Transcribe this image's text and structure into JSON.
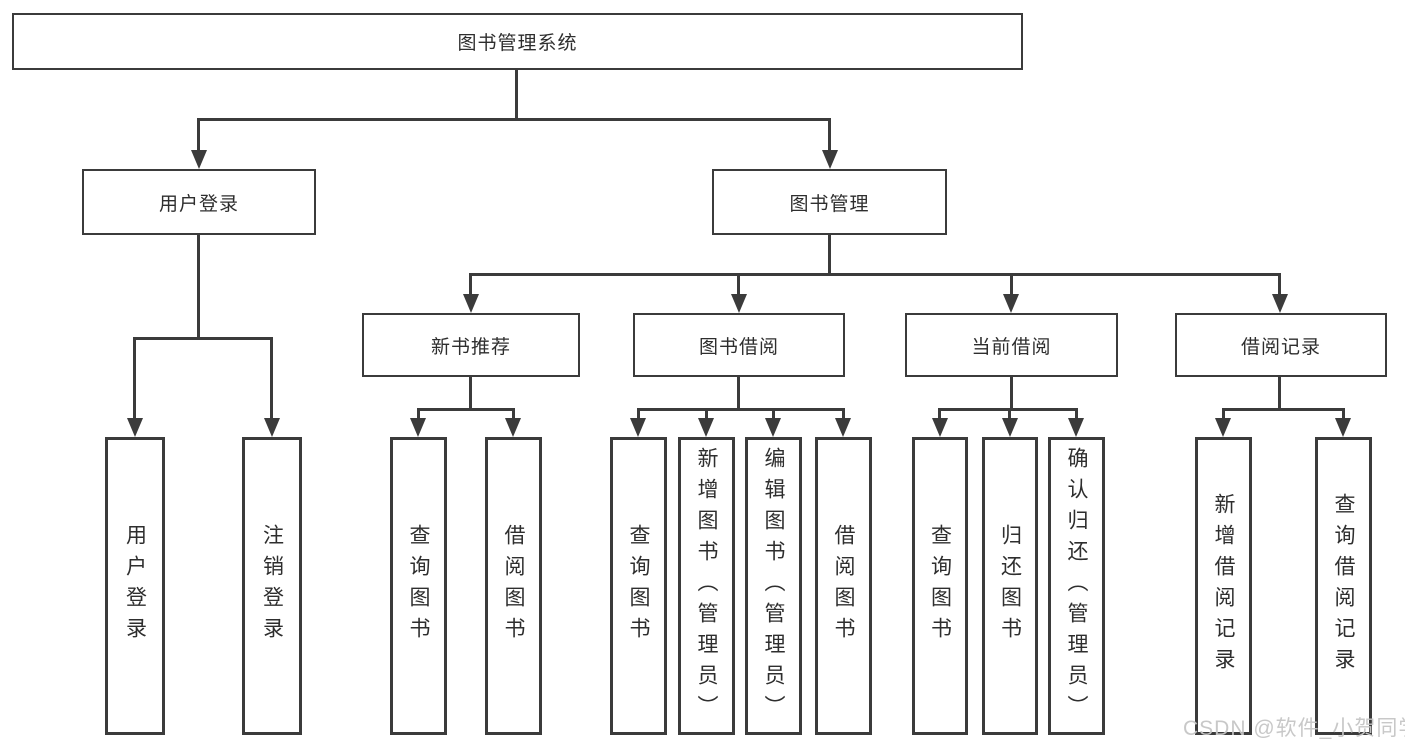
{
  "tree": {
    "root": {
      "label": "图书管理系统"
    },
    "branches": [
      {
        "label": "用户登录",
        "children": [
          {
            "label": "用户登录"
          },
          {
            "label": "注销登录"
          }
        ]
      },
      {
        "label": "图书管理",
        "children": [
          {
            "label": "新书推荐",
            "children": [
              {
                "label": "查询图书"
              },
              {
                "label": "借阅图书"
              }
            ]
          },
          {
            "label": "图书借阅",
            "children": [
              {
                "label": "查询图书"
              },
              {
                "label": "新增图书（管理员）"
              },
              {
                "label": "编辑图书（管理员）"
              },
              {
                "label": "借阅图书"
              }
            ]
          },
          {
            "label": "当前借阅",
            "children": [
              {
                "label": "查询图书"
              },
              {
                "label": "归还图书"
              },
              {
                "label": "确认归还（管理员）"
              }
            ]
          },
          {
            "label": "借阅记录",
            "children": [
              {
                "label": "新增借阅记录"
              },
              {
                "label": "查询借阅记录"
              }
            ]
          }
        ]
      }
    ]
  },
  "watermark": {
    "text": "CSDN @软件_小贺同学"
  },
  "colors": {
    "line": "#3b3b3b",
    "box_border": "#3b3b3b",
    "text": "#2e2e2e",
    "watermark": "#c5c5c5",
    "background": "#ffffff"
  }
}
